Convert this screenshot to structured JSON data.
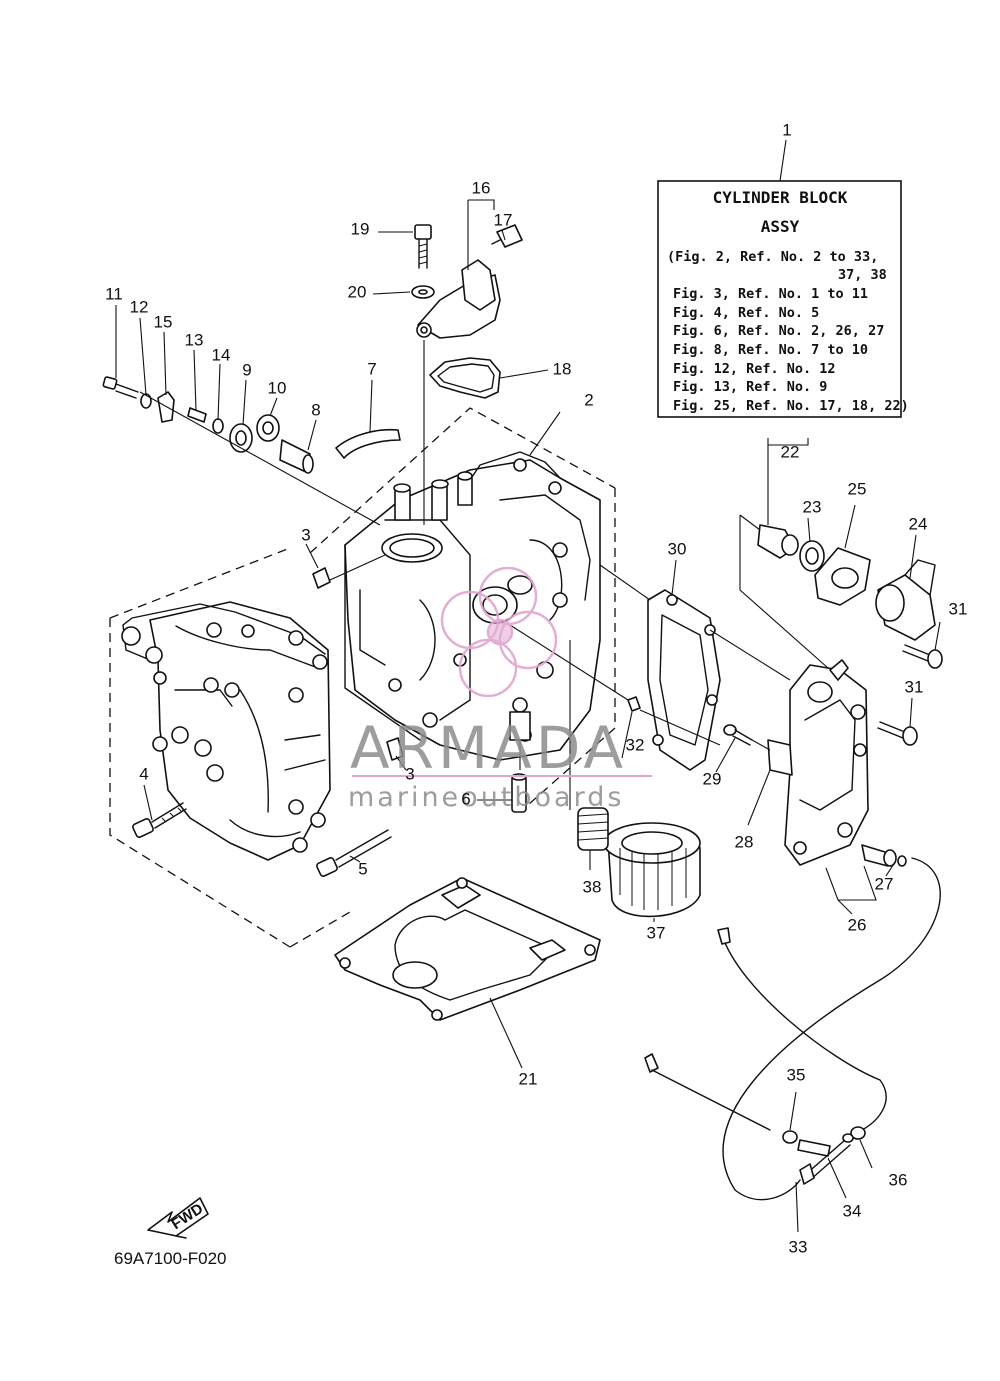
{
  "info_box": {
    "title_line1": "CYLINDER BLOCK",
    "title_line2": "ASSY",
    "lines": [
      "(Fig. 2, Ref. No. 2 to 33,",
      "37, 38",
      "Fig. 3, Ref. No. 1 to 11",
      "Fig. 4, Ref. No. 5",
      "Fig. 6, Ref. No. 2, 26, 27",
      "Fig. 8, Ref. No. 7 to 10",
      "Fig. 12, Ref. No. 12",
      "Fig. 13, Ref. No. 9",
      "Fig. 25, Ref. No. 17, 18, 22)"
    ]
  },
  "callouts": [
    "1",
    "2",
    "3",
    "3",
    "4",
    "5",
    "6",
    "7",
    "8",
    "9",
    "10",
    "11",
    "12",
    "13",
    "14",
    "15",
    "16",
    "17",
    "18",
    "19",
    "20",
    "21",
    "22",
    "23",
    "24",
    "25",
    "26",
    "27",
    "28",
    "29",
    "30",
    "31",
    "31",
    "32",
    "33",
    "34",
    "35",
    "36",
    "37",
    "38"
  ],
  "fwd_label": "FWD",
  "diagram_code": "69A7100-F020",
  "watermark": {
    "brand": "ARMADA",
    "tagline": "marineoutboards",
    "accent_color": "#e0a6cf",
    "text_color": "#8c8c8c"
  }
}
